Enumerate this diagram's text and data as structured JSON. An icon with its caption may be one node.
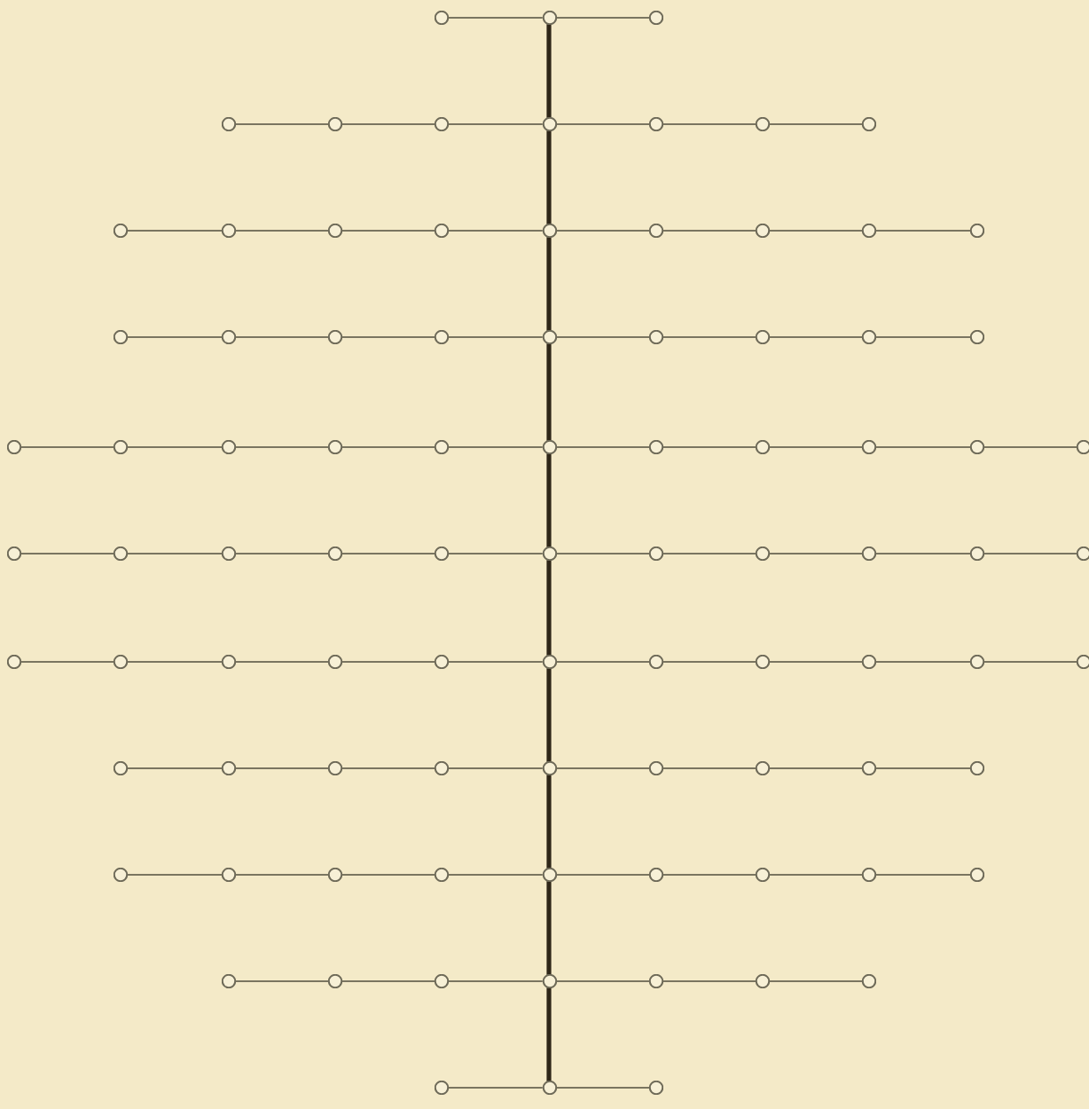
{
  "diagram": {
    "nodes": [
      {
        "text": [],
        "shape": "circle"
      },
      {
        "text": [],
        "shape": "circle"
      },
      {
        "text": [],
        "shape": "circle"
      },
      {
        "text": [],
        "shape": "circle"
      },
      {
        "text": [],
        "shape": "circle"
      },
      {
        "text": [],
        "shape": "circle"
      },
      {
        "text": [],
        "shape": "circle"
      },
      {
        "text": [],
        "shape": "circle"
      },
      {
        "text": [],
        "shape": "circle"
      },
      {
        "text": [],
        "shape": "circle"
      },
      {
        "text": [],
        "shape": "circle"
      },
      {
        "text": [],
        "shape": "circle"
      },
      {
        "text": [],
        "shape": "circle"
      },
      {
        "text": [],
        "shape": "circle"
      },
      {
        "text": [],
        "shape": "circle"
      },
      {
        "text": [],
        "shape": "circle"
      },
      {
        "text": [],
        "shape": "circle"
      },
      {
        "text": [],
        "shape": "circle"
      },
      {
        "text": [],
        "shape": "circle"
      },
      {
        "text": [],
        "shape": "circle"
      },
      {
        "text": [],
        "shape": "circle"
      },
      {
        "text": [],
        "shape": "circle"
      },
      {
        "text": [],
        "shape": "circle"
      },
      {
        "text": [],
        "shape": "circle"
      },
      {
        "text": [],
        "shape": "circle"
      },
      {
        "text": [],
        "shape": "circle"
      },
      {
        "text": [],
        "shape": "circle"
      },
      {
        "text": [],
        "shape": "circle"
      },
      {
        "text": [],
        "shape": "circle"
      },
      {
        "text": [],
        "shape": "circle"
      },
      {
        "text": [],
        "shape": "circle"
      },
      {
        "text": [],
        "shape": "circle"
      },
      {
        "text": [],
        "shape": "circle"
      },
      {
        "text": [],
        "shape": "circle"
      },
      {
        "text": [],
        "shape": "circle"
      },
      {
        "text": [],
        "shape": "circle"
      },
      {
        "text": [],
        "shape": "circle"
      },
      {
        "text": [],
        "shape": "circle"
      },
      {
        "text": [],
        "shape": "circle"
      },
      {
        "text": [],
        "shape": "circle"
      },
      {
        "text": [],
        "shape": "circle"
      },
      {
        "text": [],
        "shape": "circle"
      },
      {
        "text": [],
        "shape": "circle"
      },
      {
        "text": [],
        "shape": "circle"
      },
      {
        "text": [],
        "shape": "circle"
      },
      {
        "text": [],
        "shape": "circle"
      },
      {
        "text": [],
        "shape": "circle"
      },
      {
        "text": [],
        "shape": "circle"
      },
      {
        "text": [],
        "shape": "circle"
      },
      {
        "text": [],
        "shape": "circle"
      },
      {
        "text": [],
        "shape": "circle"
      },
      {
        "text": [],
        "shape": "circle"
      },
      {
        "text": [],
        "shape": "circle"
      },
      {
        "text": [],
        "shape": "circle"
      },
      {
        "text": [],
        "shape": "circle"
      },
      {
        "text": [],
        "shape": "circle"
      },
      {
        "text": [],
        "shape": "circle"
      },
      {
        "text": [],
        "shape": "circle"
      },
      {
        "text": [],
        "shape": "circle"
      },
      {
        "text": [],
        "shape": "circle"
      },
      {
        "text": [],
        "shape": "circle"
      },
      {
        "text": [],
        "shape": "circle"
      },
      {
        "text": [],
        "shape": "circle"
      },
      {
        "text": [],
        "shape": "circle"
      },
      {
        "text": [],
        "shape": "circle"
      },
      {
        "text": [],
        "shape": "circle"
      },
      {
        "text": [],
        "shape": "circle"
      },
      {
        "text": [],
        "shape": "circle"
      },
      {
        "text": [],
        "shape": "circle"
      },
      {
        "text": [],
        "shape": "circle"
      },
      {
        "text": [],
        "shape": "circle"
      },
      {
        "text": [],
        "shape": "circle"
      },
      {
        "text": [],
        "shape": "circle"
      },
      {
        "text": [],
        "shape": "circle"
      },
      {
        "text": [],
        "shape": "circle"
      },
      {
        "text": [],
        "shape": "circle"
      },
      {
        "text": [],
        "shape": "circle"
      },
      {
        "text": [],
        "shape": "circle"
      },
      {
        "text": [],
        "shape": "circle"
      },
      {
        "text": [],
        "shape": "circle"
      },
      {
        "text": [],
        "shape": "circle"
      },
      {
        "text": [],
        "shape": "circle"
      },
      {
        "text": [],
        "shape": "circle"
      },
      {
        "text": [],
        "shape": "circle"
      },
      {
        "text": [],
        "shape": "circle"
      },
      {
        "text": [],
        "shape": "circle"
      },
      {
        "text": [],
        "shape": "circle"
      },
      {
        "text": [],
        "shape": "circle"
      },
      {
        "text": [],
        "shape": "circle"
      }
    ],
    "edges": [
      {
        "from": 0,
        "to": 1,
        "arrow": "none"
      },
      {
        "from": 1,
        "to": 2,
        "arrow": "none"
      },
      {
        "from": 3,
        "to": 4,
        "arrow": "none"
      },
      {
        "from": 4,
        "to": 5,
        "arrow": "none"
      },
      {
        "from": 5,
        "to": 6,
        "arrow": "none"
      },
      {
        "from": 6,
        "to": 7,
        "arrow": "none"
      },
      {
        "from": 7,
        "to": 8,
        "arrow": "none"
      },
      {
        "from": 8,
        "to": 9,
        "arrow": "none"
      },
      {
        "from": 10,
        "to": 11,
        "arrow": "none"
      },
      {
        "from": 11,
        "to": 12,
        "arrow": "none"
      },
      {
        "from": 12,
        "to": 13,
        "arrow": "none"
      },
      {
        "from": 13,
        "to": 14,
        "arrow": "none"
      },
      {
        "from": 14,
        "to": 15,
        "arrow": "none"
      },
      {
        "from": 15,
        "to": 16,
        "arrow": "none"
      },
      {
        "from": 16,
        "to": 17,
        "arrow": "none"
      },
      {
        "from": 17,
        "to": 18,
        "arrow": "none"
      },
      {
        "from": 19,
        "to": 20,
        "arrow": "none"
      },
      {
        "from": 20,
        "to": 21,
        "arrow": "none"
      },
      {
        "from": 21,
        "to": 22,
        "arrow": "none"
      },
      {
        "from": 22,
        "to": 23,
        "arrow": "none"
      },
      {
        "from": 23,
        "to": 24,
        "arrow": "none"
      },
      {
        "from": 24,
        "to": 25,
        "arrow": "none"
      },
      {
        "from": 25,
        "to": 26,
        "arrow": "none"
      },
      {
        "from": 26,
        "to": 27,
        "arrow": "none"
      },
      {
        "from": 28,
        "to": 29,
        "arrow": "none"
      },
      {
        "from": 29,
        "to": 30,
        "arrow": "none"
      },
      {
        "from": 30,
        "to": 31,
        "arrow": "none"
      },
      {
        "from": 31,
        "to": 32,
        "arrow": "none"
      },
      {
        "from": 32,
        "to": 33,
        "arrow": "none"
      },
      {
        "from": 33,
        "to": 34,
        "arrow": "none"
      },
      {
        "from": 34,
        "to": 35,
        "arrow": "none"
      },
      {
        "from": 35,
        "to": 36,
        "arrow": "none"
      },
      {
        "from": 36,
        "to": 37,
        "arrow": "none"
      },
      {
        "from": 37,
        "to": 38,
        "arrow": "none"
      },
      {
        "from": 39,
        "to": 40,
        "arrow": "none"
      },
      {
        "from": 40,
        "to": 41,
        "arrow": "none"
      },
      {
        "from": 41,
        "to": 42,
        "arrow": "none"
      },
      {
        "from": 42,
        "to": 43,
        "arrow": "none"
      },
      {
        "from": 43,
        "to": 44,
        "arrow": "none"
      },
      {
        "from": 44,
        "to": 45,
        "arrow": "none"
      },
      {
        "from": 45,
        "to": 46,
        "arrow": "none"
      },
      {
        "from": 46,
        "to": 47,
        "arrow": "none"
      },
      {
        "from": 47,
        "to": 48,
        "arrow": "none"
      },
      {
        "from": 48,
        "to": 49,
        "arrow": "none"
      },
      {
        "from": 50,
        "to": 51,
        "arrow": "none"
      },
      {
        "from": 51,
        "to": 52,
        "arrow": "none"
      },
      {
        "from": 52,
        "to": 53,
        "arrow": "none"
      },
      {
        "from": 53,
        "to": 54,
        "arrow": "none"
      },
      {
        "from": 54,
        "to": 55,
        "arrow": "none"
      },
      {
        "from": 55,
        "to": 56,
        "arrow": "none"
      },
      {
        "from": 56,
        "to": 57,
        "arrow": "none"
      },
      {
        "from": 57,
        "to": 58,
        "arrow": "none"
      },
      {
        "from": 58,
        "to": 59,
        "arrow": "none"
      },
      {
        "from": 59,
        "to": 60,
        "arrow": "none"
      },
      {
        "from": 61,
        "to": 62,
        "arrow": "none"
      },
      {
        "from": 62,
        "to": 63,
        "arrow": "none"
      },
      {
        "from": 63,
        "to": 64,
        "arrow": "none"
      },
      {
        "from": 64,
        "to": 65,
        "arrow": "none"
      },
      {
        "from": 65,
        "to": 66,
        "arrow": "none"
      },
      {
        "from": 66,
        "to": 67,
        "arrow": "none"
      },
      {
        "from": 67,
        "to": 68,
        "arrow": "none"
      },
      {
        "from": 68,
        "to": 69,
        "arrow": "none"
      },
      {
        "from": 70,
        "to": 71,
        "arrow": "none"
      },
      {
        "from": 71,
        "to": 72,
        "arrow": "none"
      },
      {
        "from": 72,
        "to": 73,
        "arrow": "none"
      },
      {
        "from": 73,
        "to": 74,
        "arrow": "none"
      },
      {
        "from": 74,
        "to": 75,
        "arrow": "none"
      },
      {
        "from": 75,
        "to": 76,
        "arrow": "none"
      },
      {
        "from": 76,
        "to": 77,
        "arrow": "none"
      },
      {
        "from": 77,
        "to": 78,
        "arrow": "none"
      },
      {
        "from": 79,
        "to": 80,
        "arrow": "none"
      },
      {
        "from": 80,
        "to": 81,
        "arrow": "none"
      },
      {
        "from": 81,
        "to": 82,
        "arrow": "none"
      },
      {
        "from": 82,
        "to": 83,
        "arrow": "none"
      },
      {
        "from": 83,
        "to": 84,
        "arrow": "none"
      },
      {
        "from": 84,
        "to": 85,
        "arrow": "none"
      },
      {
        "from": 86,
        "to": 87,
        "arrow": "none"
      },
      {
        "from": 87,
        "to": 88,
        "arrow": "none"
      },
      {
        "from": 1,
        "to": 6,
        "arrow": "none",
        "style": "thick",
        "color": "#2e2618"
      },
      {
        "from": 6,
        "to": 14,
        "arrow": "none",
        "style": "thick",
        "color": "#2e2618"
      },
      {
        "from": 14,
        "to": 23,
        "arrow": "none",
        "style": "thick",
        "color": "#2e2618"
      },
      {
        "from": 23,
        "to": 33,
        "arrow": "none",
        "style": "thick",
        "color": "#2e2618"
      },
      {
        "from": 33,
        "to": 44,
        "arrow": "none",
        "style": "thick",
        "color": "#2e2618"
      },
      {
        "from": 44,
        "to": 55,
        "arrow": "none",
        "style": "thick",
        "color": "#2e2618"
      },
      {
        "from": 55,
        "to": 65,
        "arrow": "none",
        "style": "thick",
        "color": "#2e2618"
      },
      {
        "from": 65,
        "to": 74,
        "arrow": "none",
        "style": "thick",
        "color": "#2e2618"
      },
      {
        "from": 74,
        "to": 82,
        "arrow": "none",
        "style": "thick",
        "color": "#2e2618"
      },
      {
        "from": 82,
        "to": 87,
        "arrow": "none",
        "style": "thick",
        "color": "#2e2618"
      }
    ]
  }
}
